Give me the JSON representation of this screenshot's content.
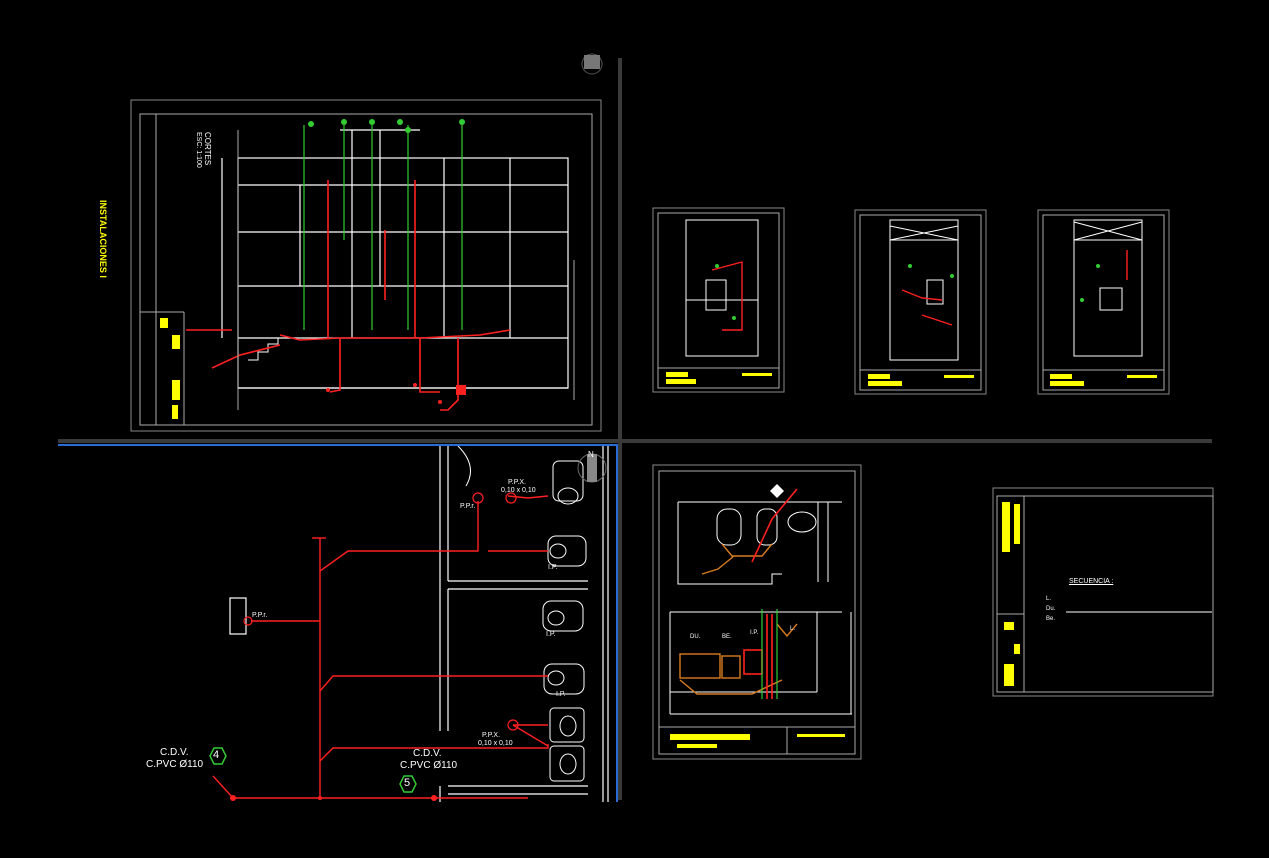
{
  "app": {
    "name": "CAD model space - tiled viewports"
  },
  "colors": {
    "background": "#000000",
    "pipe": "#ff2020",
    "vent": "#33cc33",
    "annotation": "#ffff00",
    "active_border": "#2a6bd6",
    "line": "#ffffff"
  },
  "viewports": {
    "top_left": {
      "title": "INSTALACIONES I",
      "subtitle": "CORTES",
      "scale": "ESC: 1:100"
    },
    "top_right": {
      "sheets": [
        "plan-sheet-1",
        "plan-sheet-2",
        "plan-sheet-3"
      ]
    },
    "bottom_left": {
      "ppx_top_label": "P.P.X.",
      "ppx_top_size": "0,10 x 0,10",
      "ppr_top": "P.P.r.",
      "ppr_left": "P.P.r.",
      "ip_1": "I.P.",
      "ip_2": "I.P.",
      "ip_3": "I.P.",
      "ppx_bottom_label": "P.P.X.",
      "ppx_bottom_size": "0,10 x 0,10",
      "cdv_left_line1": "C.D.V.",
      "cdv_left_line2": "C.PVC Ø110",
      "cdv_left_num": "4",
      "cdv_right_line1": "C.D.V.",
      "cdv_right_line2": "C.PVC Ø110",
      "cdv_right_num": "5",
      "compass_letter": "N"
    },
    "bottom_right": {
      "detail_labels": [
        "DU.",
        "BE.",
        "I.P.",
        "L."
      ],
      "sequence_title": "SECUENCIA :",
      "sequence_rows": [
        "L.",
        "Du.",
        "Be."
      ]
    }
  }
}
